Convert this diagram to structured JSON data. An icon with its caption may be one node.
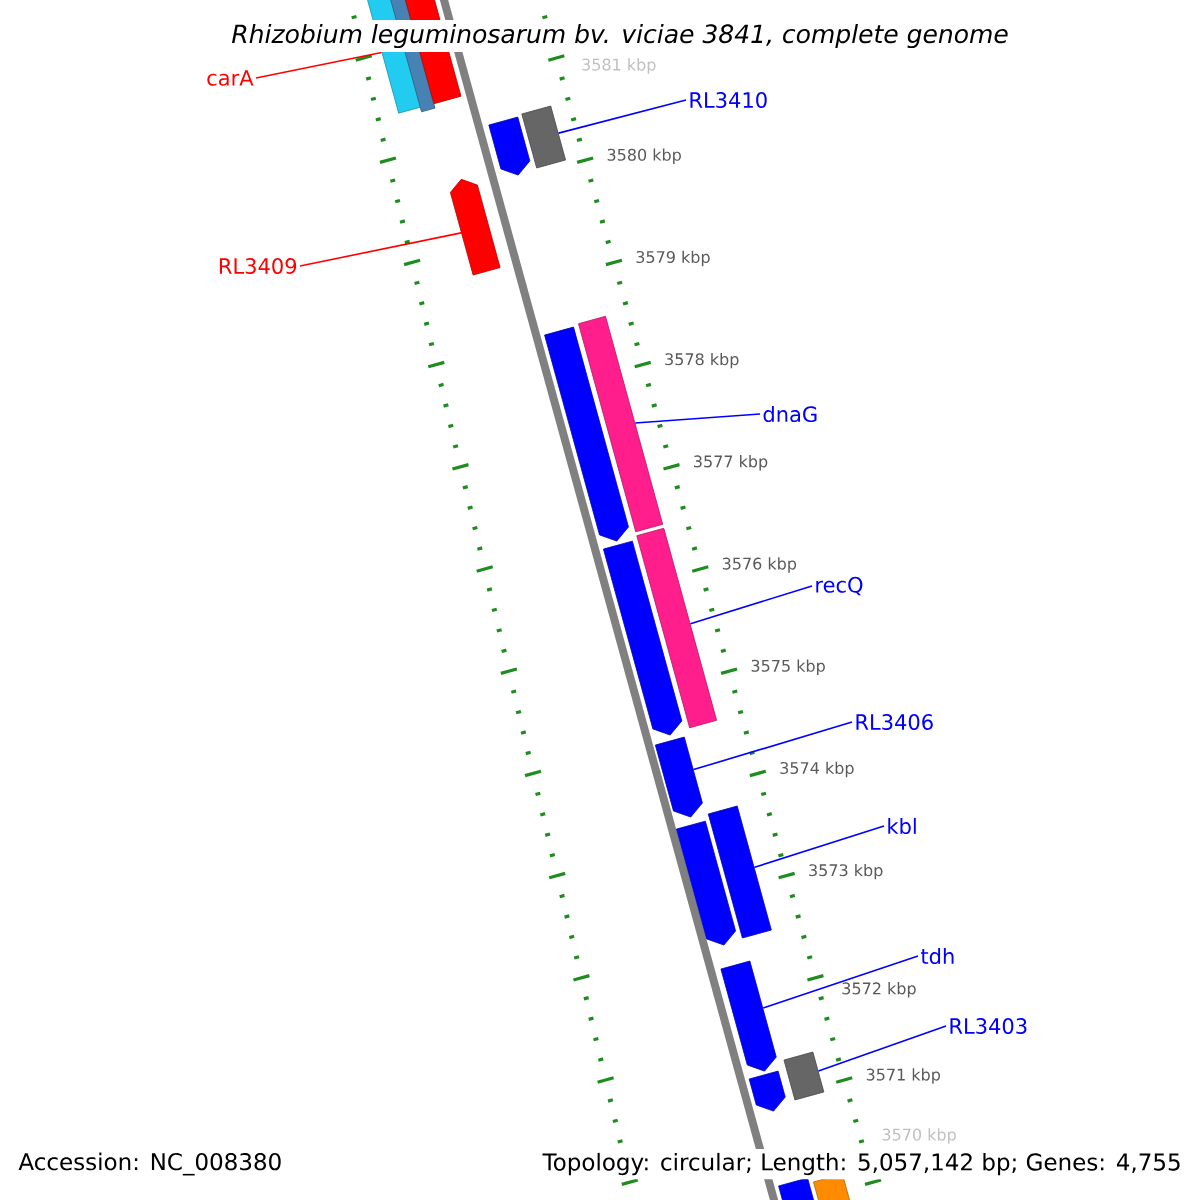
{
  "diagram": {
    "title": "Rhizobium leguminosarum bv. viciae 3841, complete genome",
    "nodes": [
      {
        "text": [],
        "shape": "bar"
      },
      {
        "text": [],
        "shape": "bar"
      },
      {
        "text": [],
        "shape": "bar"
      },
      {
        "text": [],
        "shape": "arrow"
      },
      {
        "text": [],
        "shape": "bar"
      },
      {
        "text": [],
        "shape": "arrow"
      },
      {
        "text": [],
        "shape": "bar"
      },
      {
        "text": [],
        "shape": "arrow"
      },
      {
        "text": [],
        "shape": "bar"
      },
      {
        "text": [],
        "shape": "arrow"
      },
      {
        "text": [],
        "shape": "arrow"
      },
      {
        "text": [],
        "shape": "bar"
      },
      {
        "text": [],
        "shape": "arrow"
      },
      {
        "text": [],
        "shape": "arrow"
      },
      {
        "text": [],
        "shape": "arrow"
      },
      {
        "text": [],
        "shape": "bar"
      },
      {
        "text": [],
        "shape": "bar"
      },
      {
        "text": [],
        "shape": "bar"
      },
      {
        "text": [
          "carA"
        ]
      },
      {
        "text": [
          "RL3409"
        ]
      },
      {
        "text": [
          "RL3410"
        ]
      },
      {
        "text": [
          "dnaG"
        ]
      },
      {
        "text": [
          "recQ"
        ]
      },
      {
        "text": [
          "RL3406"
        ]
      },
      {
        "text": [
          "kbl"
        ]
      },
      {
        "text": [
          "tdh"
        ]
      },
      {
        "text": [
          "RL3403"
        ]
      }
    ],
    "edges": [
      {
        "from": 18,
        "to": 0,
        "arrow": "none",
        "color": "#ff0000"
      },
      {
        "from": 19,
        "to": 5,
        "arrow": "none",
        "color": "#ff0000"
      },
      {
        "from": 20,
        "to": 4,
        "arrow": "none"
      },
      {
        "from": 21,
        "to": 6,
        "arrow": "none"
      },
      {
        "from": 22,
        "to": 8,
        "arrow": "none"
      },
      {
        "from": 23,
        "to": 10,
        "arrow": "none"
      },
      {
        "from": 24,
        "to": 11,
        "arrow": "none"
      },
      {
        "from": 25,
        "to": 13,
        "arrow": "none"
      },
      {
        "from": 26,
        "to": 15,
        "arrow": "none"
      }
    ],
    "labels": [
      "3581 kbp",
      "3580 kbp",
      "3579 kbp",
      "3578 kbp",
      "3577 kbp",
      "3576 kbp",
      "3575 kbp",
      "3574 kbp",
      "3573 kbp",
      "3572 kbp",
      "3571 kbp",
      "3570 kbp",
      "Accession: NC_008380",
      "Topology: circular; Length: 5,057,142 bp; Genes: 4,755"
    ]
  }
}
